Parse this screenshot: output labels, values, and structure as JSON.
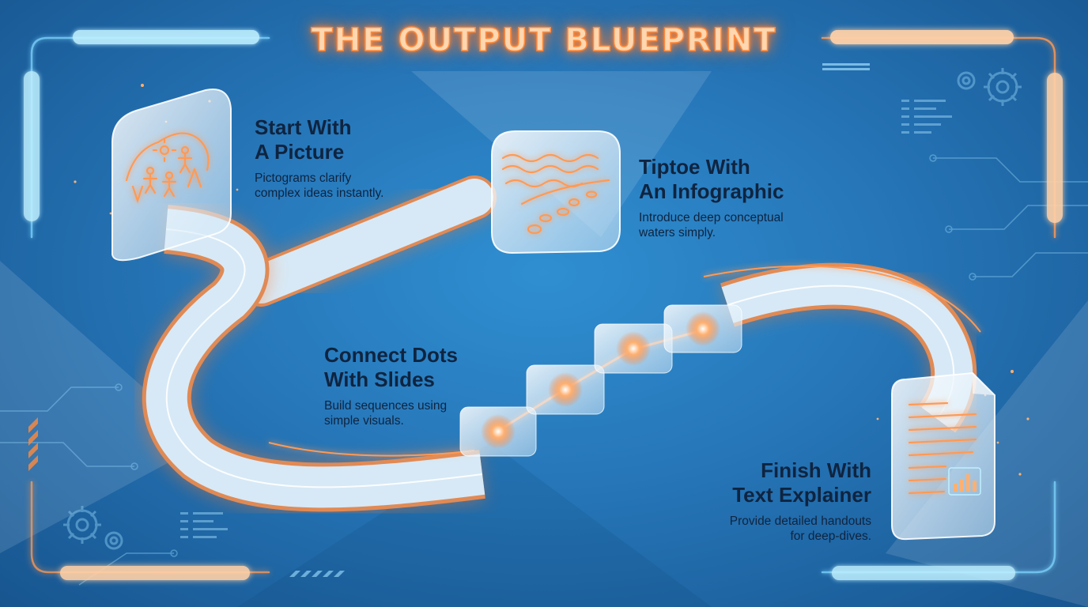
{
  "title": "THE OUTPUT BLUEPRINT",
  "steps": [
    {
      "heading_line1": "Start With",
      "heading_line2": "A Picture",
      "desc_line1": "Pictograms clarify",
      "desc_line2": "complex ideas instantly.",
      "icon": "pictogram-card-icon"
    },
    {
      "heading_line1": "Tiptoe With",
      "heading_line2": "An Infographic",
      "desc_line1": "Introduce deep conceptual",
      "desc_line2": "waters simply.",
      "icon": "waves-footprints-card-icon"
    },
    {
      "heading_line1": "Connect Dots",
      "heading_line2": "With Slides",
      "desc_line1": "Build sequences using",
      "desc_line2": "simple visuals.",
      "icon": "slide-tiles-icon"
    },
    {
      "heading_line1": "Finish With",
      "heading_line2": "Text Explainer",
      "desc_line1": "Provide detailed handouts",
      "desc_line2": "for deep-dives.",
      "icon": "document-icon"
    }
  ],
  "colors": {
    "background": "#2676b8",
    "glow": "#ff8a3d",
    "frame": "#7fd6ff",
    "text": "#0f2440"
  }
}
